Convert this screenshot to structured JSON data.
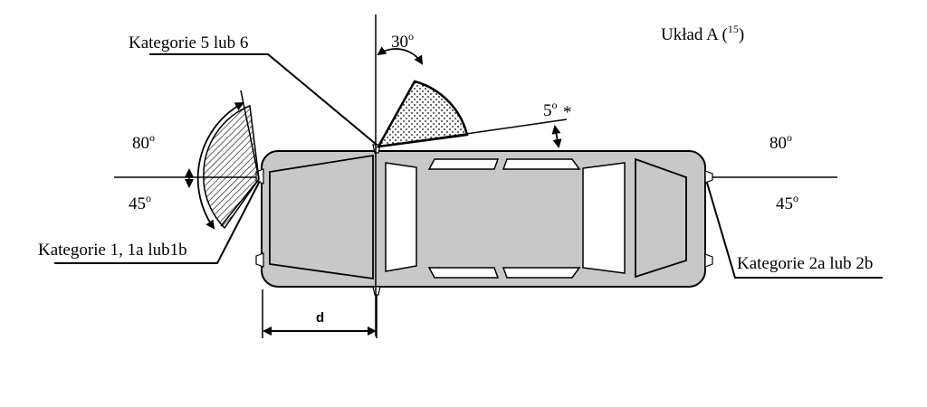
{
  "title": "Układ A (",
  "title_sup": "15",
  "title_close": ")",
  "labels": {
    "cat_5_6": "Kategorie 5 lub 6",
    "cat_1": "Kategorie 1, 1a lub1b",
    "cat_2": "Kategorie 2a lub 2b",
    "dist": "d",
    "star": "*"
  },
  "angles": {
    "a30": "30",
    "a5": "5",
    "left80": "80",
    "left45": "45",
    "right80": "80",
    "right45": "45",
    "deg": "o"
  },
  "colors": {
    "car_body": "#c8c8c8",
    "window": "#ffffff",
    "line": "#000000"
  }
}
